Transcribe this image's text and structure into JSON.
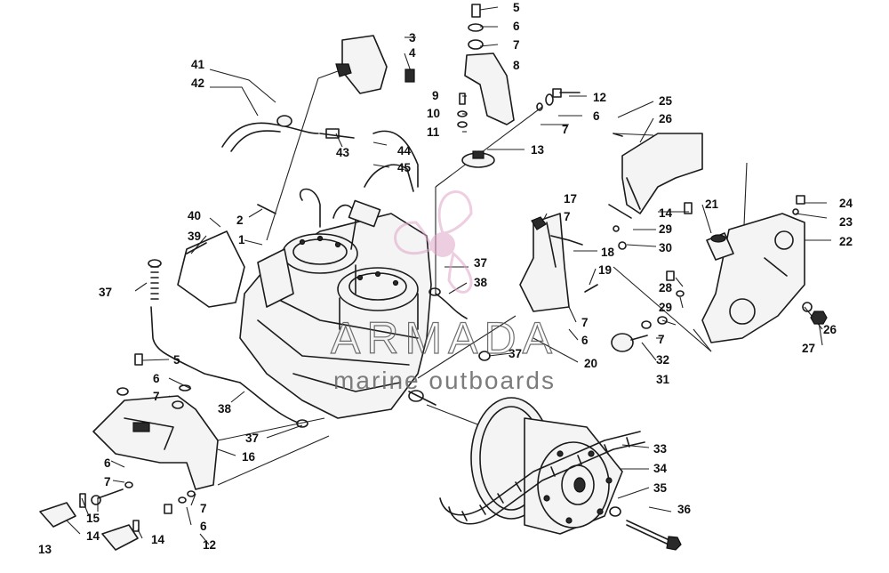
{
  "diagram": {
    "callouts": [
      {
        "id": "c1",
        "text": "1"
      },
      {
        "id": "c2",
        "text": "2"
      },
      {
        "id": "c3",
        "text": "3"
      },
      {
        "id": "c4",
        "text": "4"
      },
      {
        "id": "c5a",
        "text": "5"
      },
      {
        "id": "c6a",
        "text": "6"
      },
      {
        "id": "c7a",
        "text": "7"
      },
      {
        "id": "c8",
        "text": "8"
      },
      {
        "id": "c9",
        "text": "9"
      },
      {
        "id": "c10",
        "text": "10"
      },
      {
        "id": "c11",
        "text": "11"
      },
      {
        "id": "c12a",
        "text": "12"
      },
      {
        "id": "c6b",
        "text": "6"
      },
      {
        "id": "c7b",
        "text": "7"
      },
      {
        "id": "c13a",
        "text": "13"
      },
      {
        "id": "c25",
        "text": "25"
      },
      {
        "id": "c26a",
        "text": "26"
      },
      {
        "id": "c17",
        "text": "17"
      },
      {
        "id": "c7c",
        "text": "7"
      },
      {
        "id": "c14a",
        "text": "14"
      },
      {
        "id": "c21",
        "text": "21"
      },
      {
        "id": "c24",
        "text": "24"
      },
      {
        "id": "c23",
        "text": "23"
      },
      {
        "id": "c22",
        "text": "22"
      },
      {
        "id": "c18",
        "text": "18"
      },
      {
        "id": "c29a",
        "text": "29"
      },
      {
        "id": "c30",
        "text": "30"
      },
      {
        "id": "c19",
        "text": "19"
      },
      {
        "id": "c28",
        "text": "28"
      },
      {
        "id": "c29b",
        "text": "29"
      },
      {
        "id": "c26b",
        "text": "26"
      },
      {
        "id": "c27",
        "text": "27"
      },
      {
        "id": "c7d",
        "text": "7"
      },
      {
        "id": "c7e",
        "text": "7"
      },
      {
        "id": "c6c",
        "text": "6"
      },
      {
        "id": "c32",
        "text": "32"
      },
      {
        "id": "c31",
        "text": "31"
      },
      {
        "id": "c20",
        "text": "20"
      },
      {
        "id": "c37a",
        "text": "37"
      },
      {
        "id": "c38a",
        "text": "38"
      },
      {
        "id": "c37b",
        "text": "37"
      },
      {
        "id": "c40",
        "text": "40"
      },
      {
        "id": "c39",
        "text": "39"
      },
      {
        "id": "c37c",
        "text": "37"
      },
      {
        "id": "c41",
        "text": "41"
      },
      {
        "id": "c42",
        "text": "42"
      },
      {
        "id": "c43",
        "text": "43"
      },
      {
        "id": "c44",
        "text": "44"
      },
      {
        "id": "c45",
        "text": "45"
      },
      {
        "id": "c5b",
        "text": "5"
      },
      {
        "id": "c6d",
        "text": "6"
      },
      {
        "id": "c7f",
        "text": "7"
      },
      {
        "id": "c38b",
        "text": "38"
      },
      {
        "id": "c37d",
        "text": "37"
      },
      {
        "id": "c16",
        "text": "16"
      },
      {
        "id": "c6e",
        "text": "6"
      },
      {
        "id": "c7g",
        "text": "7"
      },
      {
        "id": "c15",
        "text": "15"
      },
      {
        "id": "c14b",
        "text": "14"
      },
      {
        "id": "c13b",
        "text": "13"
      },
      {
        "id": "c14c",
        "text": "14"
      },
      {
        "id": "c7h",
        "text": "7"
      },
      {
        "id": "c6f",
        "text": "6"
      },
      {
        "id": "c12b",
        "text": "12"
      },
      {
        "id": "c33",
        "text": "33"
      },
      {
        "id": "c34",
        "text": "34"
      },
      {
        "id": "c35",
        "text": "35"
      },
      {
        "id": "c36",
        "text": "36"
      }
    ]
  },
  "watermark": {
    "brand": "ARMADA",
    "tagline": "marine outboards",
    "accent_color": "#e0a6c8"
  }
}
